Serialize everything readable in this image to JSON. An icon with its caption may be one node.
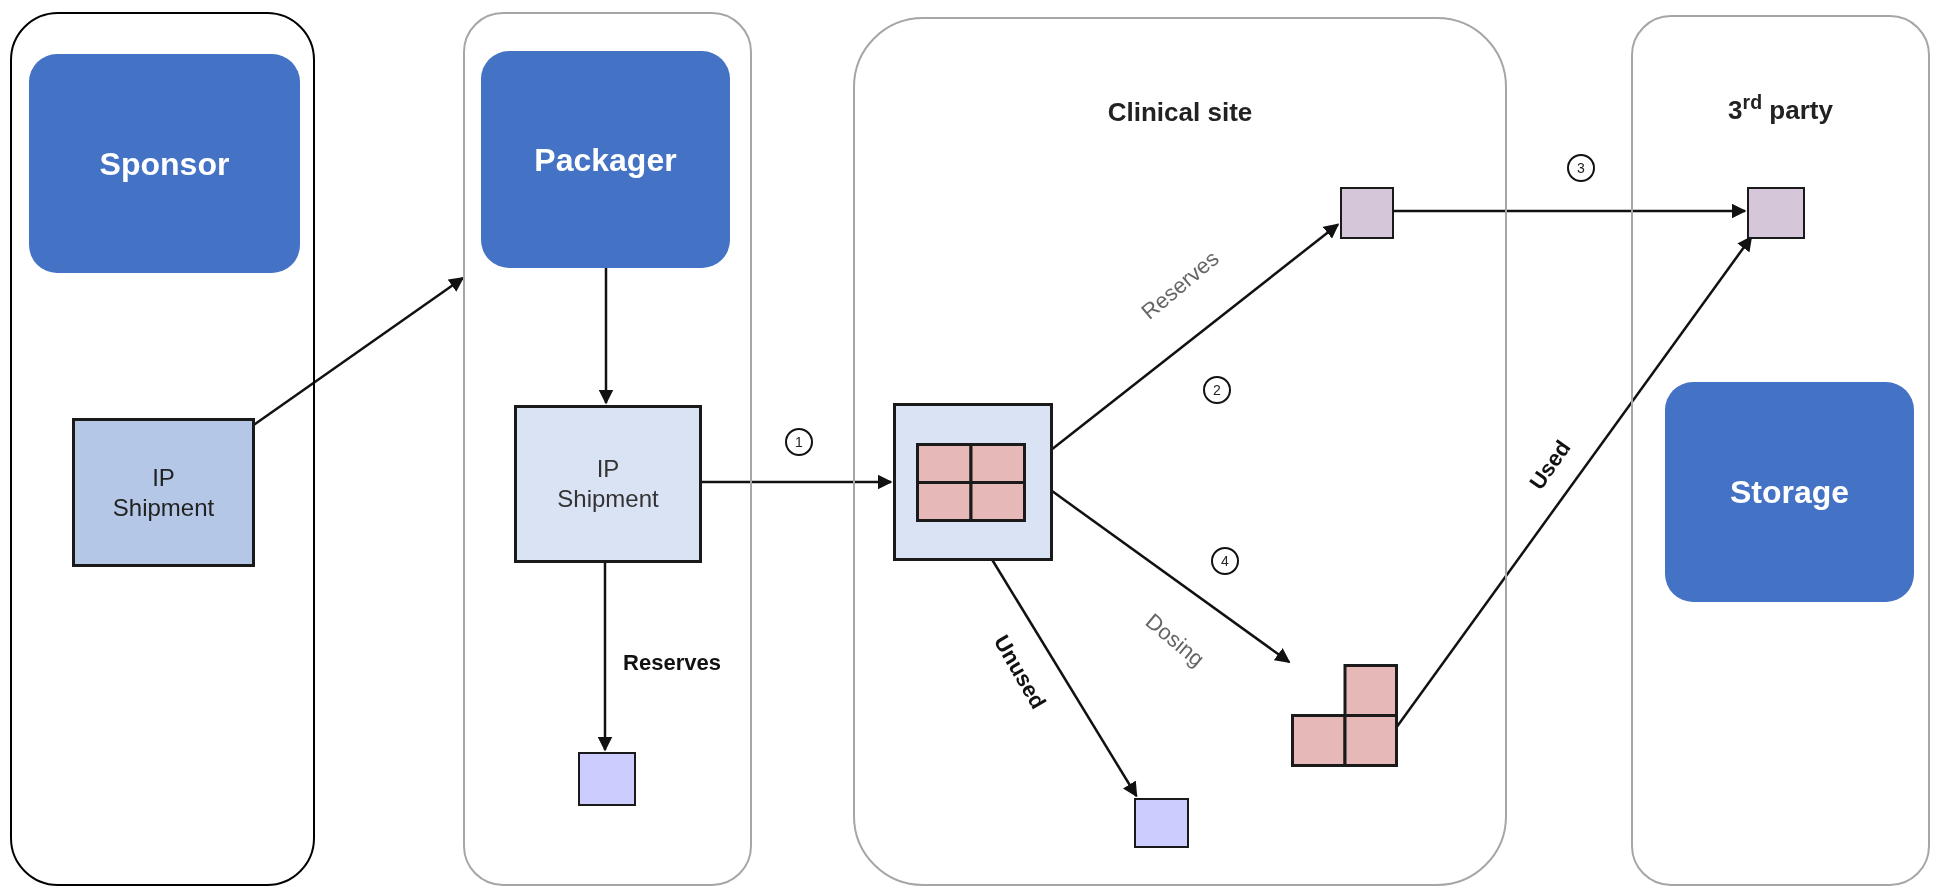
{
  "diagram": {
    "nodes": [
      {
        "text": [],
        "shape": "box"
      },
      {
        "text": [
          "Sponsor"
        ],
        "in": 0
      },
      {
        "text": [
          "IP Shipment"
        ],
        "in": 0
      },
      {
        "text": [],
        "shape": "box"
      },
      {
        "text": [
          "Packager"
        ],
        "in": 3
      },
      {
        "text": [
          "IP Shipment"
        ],
        "in": 3
      },
      {
        "text": [],
        "shape": "box",
        "in": 3
      },
      {
        "text": [
          "Clinical site"
        ]
      },
      {
        "text": [],
        "shape": "box",
        "in": 7
      },
      {
        "text": [],
        "shape": "box",
        "in": 7
      },
      {
        "text": [],
        "shape": "box",
        "in": 7
      },
      {
        "text": [],
        "shape": "box",
        "in": 7
      },
      {
        "text": [
          "3$^{rd}$ party"
        ]
      },
      {
        "text": [],
        "shape": "box",
        "in": 12
      },
      {
        "text": [
          "Storage"
        ],
        "in": 12
      }
    ],
    "edges": [
      {
        "from": 2,
        "to": 3,
        "arrow": "to"
      },
      {
        "from": 4,
        "to": 5,
        "arrow": "to"
      },
      {
        "from": 5,
        "to": 6,
        "arrow": "to",
        "label": "Reserves"
      },
      {
        "from": 5,
        "to": 8,
        "arrow": "to"
      },
      {
        "from": 8,
        "to": 9,
        "arrow": "to",
        "label": "Reserves"
      },
      {
        "from": 8,
        "to": 10,
        "arrow": "to",
        "label": "Dosing"
      },
      {
        "from": 8,
        "to": 11,
        "arrow": "to",
        "label": "Unused"
      },
      {
        "from": 9,
        "to": 13,
        "arrow": "to"
      },
      {
        "from": 10,
        "to": 13,
        "arrow": "to",
        "label": "Used"
      }
    ],
    "labels": [
      "1",
      "2",
      "3",
      "4"
    ]
  }
}
